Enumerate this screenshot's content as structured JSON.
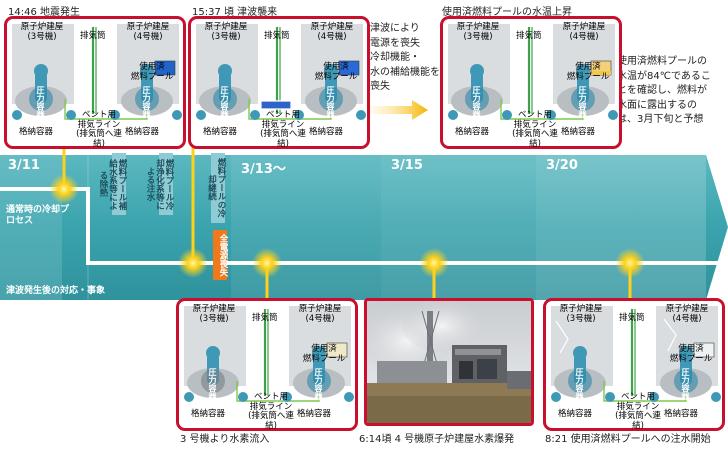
{
  "events": {
    "quake": "14:46 地震発生",
    "tsunami": "15:37 頃 津波襲来",
    "pool_temp_rise": "使用済燃料プールの水温上昇",
    "unit3_hydrogen": "3 号機より水素流入",
    "unit4_explosion": "6:14頃 4 号機原子炉建屋水素爆発",
    "pool_injection": "8:21 使用済燃料プールへの注水開始"
  },
  "dates": [
    "3/11",
    "3/13〜",
    "3/15",
    "3/20"
  ],
  "phases": {
    "normal_cooling": "通常時の冷却プロセス",
    "post_quake_response": "津波発生後の対応・事象"
  },
  "vertical_labels": [
    "燃料プール補給水系等による除熱",
    "燃料プール冷却浄化系等による注水",
    "燃料プールの冷却継続",
    "全電源喪失"
  ],
  "tsunami_note": [
    "津波により",
    "電源を喪失",
    "冷却機能・",
    "水の補給機能を",
    "喪失"
  ],
  "temperature_note": [
    "使用済燃料プールの",
    "水温が84℃であるこ",
    "とを確認し、燃料が",
    "水面に露出するの",
    "は、3月下旬と予想"
  ],
  "plant": {
    "unit3_building": [
      "原子炉建屋",
      "(3号機)"
    ],
    "unit4_building": [
      "原子炉建屋",
      "(4号機)"
    ],
    "stack": "排気筒",
    "spent_pool": [
      "使用済",
      "燃料プール"
    ],
    "rpv": "圧力容器",
    "pcv": "格納容器",
    "vent_line": [
      "ベント用",
      "排気ライン",
      "(排気筒へ連結)"
    ]
  },
  "colors": {
    "band": "#3aa3ad",
    "band_light": "#86cbd2",
    "panel_border": "#c8102e",
    "accent_orange": "#f07a1b",
    "glow": "#ffd21a"
  },
  "icons": [
    "reactor-vessel-icon",
    "stack-icon",
    "spent-fuel-pool-icon",
    "glow-marker-icon",
    "arrow-right-icon"
  ]
}
